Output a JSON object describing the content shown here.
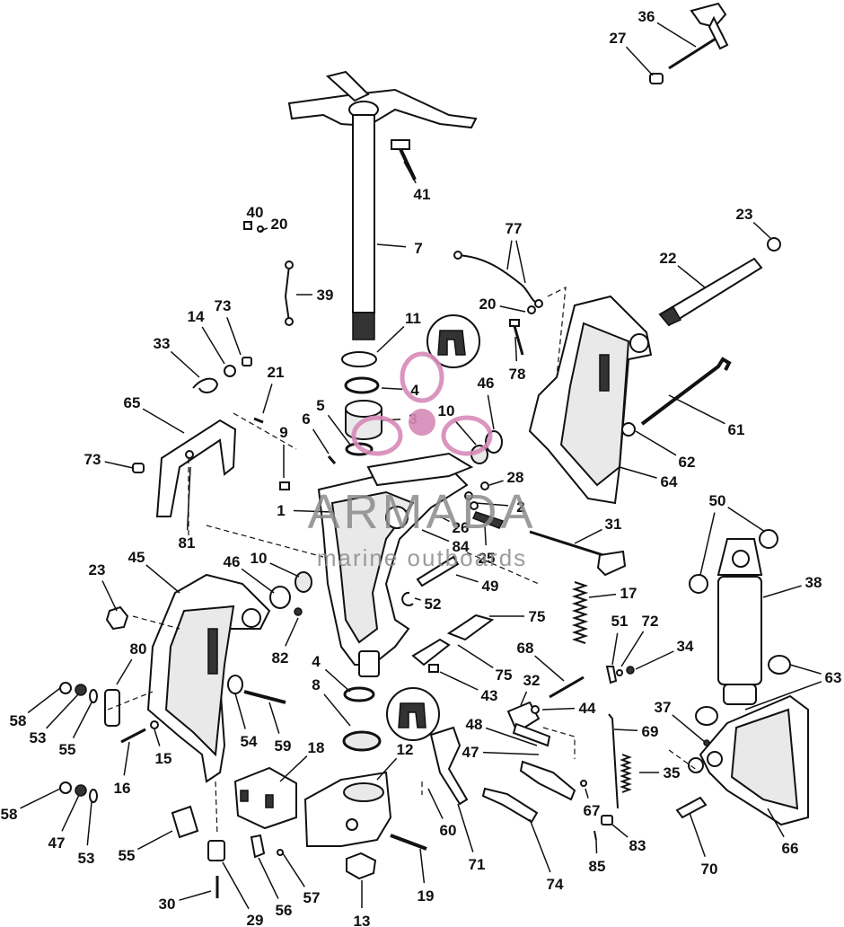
{
  "watermark": {
    "brand": "ARMADA",
    "tagline": "marine outboards",
    "color": "#d78ab8"
  },
  "callouts": [
    {
      "label": "36"
    },
    {
      "label": "27"
    },
    {
      "label": "41"
    },
    {
      "label": "7"
    },
    {
      "label": "40"
    },
    {
      "label": "20"
    },
    {
      "label": "39"
    },
    {
      "label": "77"
    },
    {
      "label": "23"
    },
    {
      "label": "22"
    },
    {
      "label": "20"
    },
    {
      "label": "78"
    },
    {
      "label": "11"
    },
    {
      "label": "4"
    },
    {
      "label": "3"
    },
    {
      "label": "10"
    },
    {
      "label": "46"
    },
    {
      "label": "73"
    },
    {
      "label": "14"
    },
    {
      "label": "33"
    },
    {
      "label": "21"
    },
    {
      "label": "65"
    },
    {
      "label": "5"
    },
    {
      "label": "6"
    },
    {
      "label": "9"
    },
    {
      "label": "61"
    },
    {
      "label": "62"
    },
    {
      "label": "64"
    },
    {
      "label": "28"
    },
    {
      "label": "2"
    },
    {
      "label": "73"
    },
    {
      "label": "1"
    },
    {
      "label": "26"
    },
    {
      "label": "84"
    },
    {
      "label": "25"
    },
    {
      "label": "81"
    },
    {
      "label": "31"
    },
    {
      "label": "50"
    },
    {
      "label": "23"
    },
    {
      "label": "45"
    },
    {
      "label": "46"
    },
    {
      "label": "10"
    },
    {
      "label": "49"
    },
    {
      "label": "38"
    },
    {
      "label": "52"
    },
    {
      "label": "17"
    },
    {
      "label": "75"
    },
    {
      "label": "82"
    },
    {
      "label": "80"
    },
    {
      "label": "51"
    },
    {
      "label": "72"
    },
    {
      "label": "34"
    },
    {
      "label": "68"
    },
    {
      "label": "4"
    },
    {
      "label": "75"
    },
    {
      "label": "43"
    },
    {
      "label": "63"
    },
    {
      "label": "8"
    },
    {
      "label": "32"
    },
    {
      "label": "44"
    },
    {
      "label": "58"
    },
    {
      "label": "53"
    },
    {
      "label": "55"
    },
    {
      "label": "54"
    },
    {
      "label": "59"
    },
    {
      "label": "48"
    },
    {
      "label": "37"
    },
    {
      "label": "69"
    },
    {
      "label": "15"
    },
    {
      "label": "18"
    },
    {
      "label": "12"
    },
    {
      "label": "47"
    },
    {
      "label": "16"
    },
    {
      "label": "35"
    },
    {
      "label": "67"
    },
    {
      "label": "58"
    },
    {
      "label": "47"
    },
    {
      "label": "53"
    },
    {
      "label": "55"
    },
    {
      "label": "60"
    },
    {
      "label": "71"
    },
    {
      "label": "83"
    },
    {
      "label": "66"
    },
    {
      "label": "70"
    },
    {
      "label": "85"
    },
    {
      "label": "74"
    },
    {
      "label": "57"
    },
    {
      "label": "19"
    },
    {
      "label": "30"
    },
    {
      "label": "56"
    },
    {
      "label": "29"
    },
    {
      "label": "13"
    }
  ]
}
